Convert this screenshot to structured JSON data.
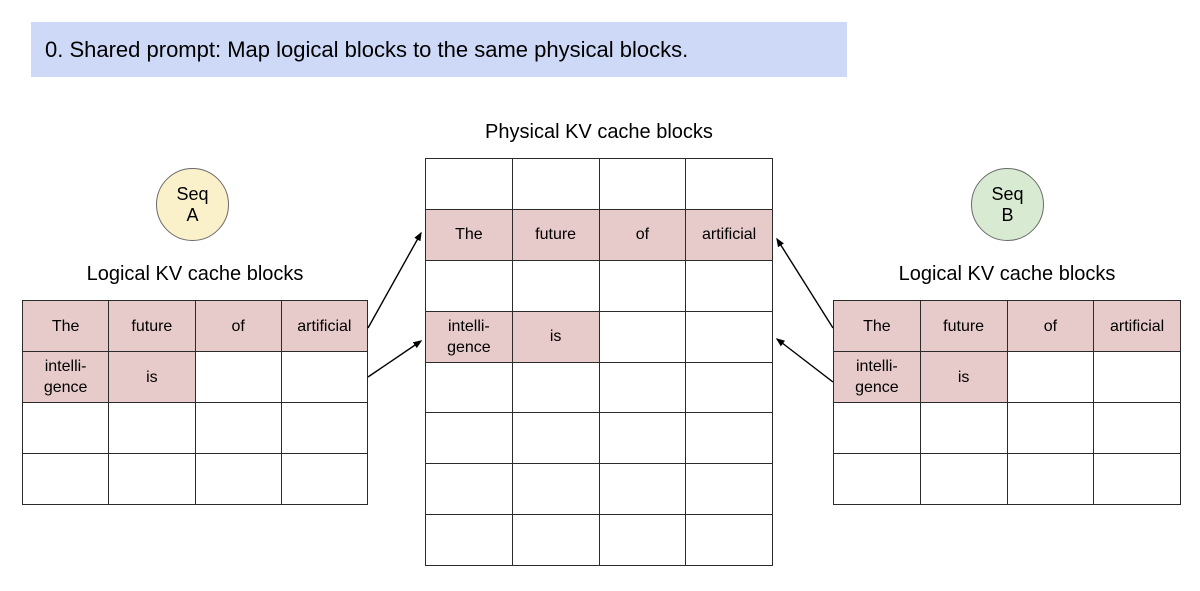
{
  "banner": {
    "text": "0. Shared prompt: Map logical blocks to the same physical blocks."
  },
  "seq_a": {
    "line1": "Seq",
    "line2": "A",
    "fill": "#faf0ca"
  },
  "seq_b": {
    "line1": "Seq",
    "line2": "B",
    "fill": "#d9ead3"
  },
  "logical_left": {
    "title": "Logical KV cache blocks",
    "rows": [
      [
        {
          "t": "The",
          "f": true
        },
        {
          "t": "future",
          "f": true
        },
        {
          "t": "of",
          "f": true
        },
        {
          "t": "artificial",
          "f": true
        }
      ],
      [
        {
          "t": "intelli-\ngence",
          "f": true
        },
        {
          "t": "is",
          "f": true
        },
        {
          "t": "",
          "f": false
        },
        {
          "t": "",
          "f": false
        }
      ],
      [
        {
          "t": "",
          "f": false
        },
        {
          "t": "",
          "f": false
        },
        {
          "t": "",
          "f": false
        },
        {
          "t": "",
          "f": false
        }
      ],
      [
        {
          "t": "",
          "f": false
        },
        {
          "t": "",
          "f": false
        },
        {
          "t": "",
          "f": false
        },
        {
          "t": "",
          "f": false
        }
      ]
    ]
  },
  "logical_right": {
    "title": "Logical KV cache blocks",
    "rows": [
      [
        {
          "t": "The",
          "f": true
        },
        {
          "t": "future",
          "f": true
        },
        {
          "t": "of",
          "f": true
        },
        {
          "t": "artificial",
          "f": true
        }
      ],
      [
        {
          "t": "intelli-\ngence",
          "f": true
        },
        {
          "t": "is",
          "f": true
        },
        {
          "t": "",
          "f": false
        },
        {
          "t": "",
          "f": false
        }
      ],
      [
        {
          "t": "",
          "f": false
        },
        {
          "t": "",
          "f": false
        },
        {
          "t": "",
          "f": false
        },
        {
          "t": "",
          "f": false
        }
      ],
      [
        {
          "t": "",
          "f": false
        },
        {
          "t": "",
          "f": false
        },
        {
          "t": "",
          "f": false
        },
        {
          "t": "",
          "f": false
        }
      ]
    ]
  },
  "physical_table": {
    "title": "Physical KV cache blocks",
    "rows": [
      [
        {
          "t": "",
          "f": false
        },
        {
          "t": "",
          "f": false
        },
        {
          "t": "",
          "f": false
        },
        {
          "t": "",
          "f": false
        }
      ],
      [
        {
          "t": "The",
          "f": true
        },
        {
          "t": "future",
          "f": true
        },
        {
          "t": "of",
          "f": true
        },
        {
          "t": "artificial",
          "f": true
        }
      ],
      [
        {
          "t": "",
          "f": false
        },
        {
          "t": "",
          "f": false
        },
        {
          "t": "",
          "f": false
        },
        {
          "t": "",
          "f": false
        }
      ],
      [
        {
          "t": "intelli-\ngence",
          "f": true
        },
        {
          "t": "is",
          "f": true
        },
        {
          "t": "",
          "f": false
        },
        {
          "t": "",
          "f": false
        }
      ],
      [
        {
          "t": "",
          "f": false
        },
        {
          "t": "",
          "f": false
        },
        {
          "t": "",
          "f": false
        },
        {
          "t": "",
          "f": false
        }
      ],
      [
        {
          "t": "",
          "f": false
        },
        {
          "t": "",
          "f": false
        },
        {
          "t": "",
          "f": false
        },
        {
          "t": "",
          "f": false
        }
      ],
      [
        {
          "t": "",
          "f": false
        },
        {
          "t": "",
          "f": false
        },
        {
          "t": "",
          "f": false
        },
        {
          "t": "",
          "f": false
        }
      ],
      [
        {
          "t": "",
          "f": false
        },
        {
          "t": "",
          "f": false
        },
        {
          "t": "",
          "f": false
        },
        {
          "t": "",
          "f": false
        }
      ]
    ]
  },
  "colors": {
    "highlight": "#e7caca",
    "banner_bg": "#cdd9f6",
    "grid_line": "#2b2b2b"
  }
}
